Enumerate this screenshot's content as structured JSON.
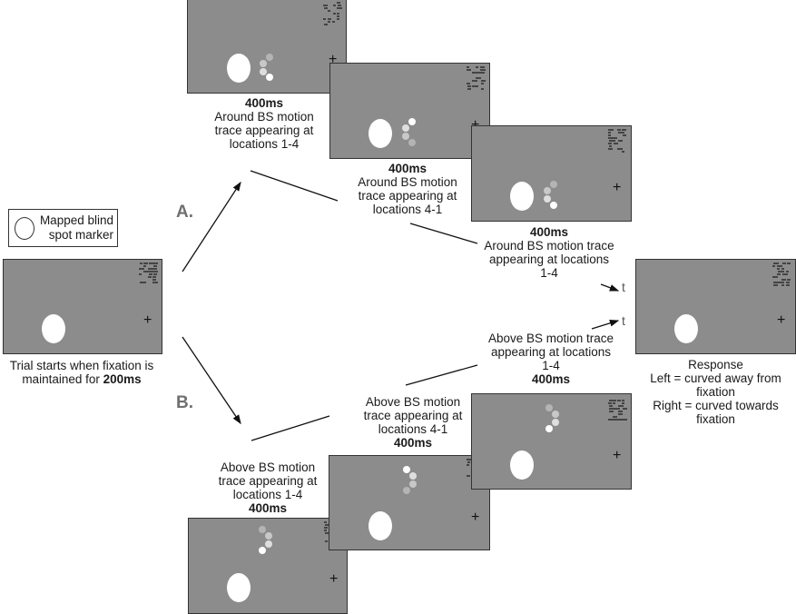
{
  "legend": {
    "label_line1": "Mapped blind",
    "label_line2": "spot marker"
  },
  "condition_labels": {
    "a": "A.",
    "b": "B."
  },
  "start": {
    "caption_line1": "Trial starts when fixation is",
    "caption_line2_prefix": "maintained for ",
    "caption_line2_bold": "200ms"
  },
  "path_a": [
    {
      "duration": "400ms",
      "line1": "Around BS motion",
      "line2": "trace appearing at",
      "line3": "locations 1-4"
    },
    {
      "duration": "400ms",
      "line1": "Around BS motion",
      "line2": "trace appearing at",
      "line3": "locations 4-1"
    },
    {
      "duration": "400ms",
      "line1": "Around BS motion trace",
      "line2": "appearing at locations",
      "line3": "1-4"
    }
  ],
  "path_b": [
    {
      "duration": "400ms",
      "line1": "Above BS motion",
      "line2": "trace appearing at",
      "line3": "locations 1-4"
    },
    {
      "duration": "400ms",
      "line1": "Above BS motion",
      "line2": "trace appearing at",
      "line3": "locations 4-1"
    },
    {
      "duration": "400ms",
      "line1": "Above BS motion trace",
      "line2": "appearing at locations",
      "line3": "1-4"
    }
  ],
  "time_markers": [
    "t",
    "t"
  ],
  "fixation_symbol": "+",
  "response": {
    "title": "Response",
    "line1": "Left = curved away from",
    "line2": "fixation",
    "line3": "Right = curved towards",
    "line4": "fixation"
  }
}
